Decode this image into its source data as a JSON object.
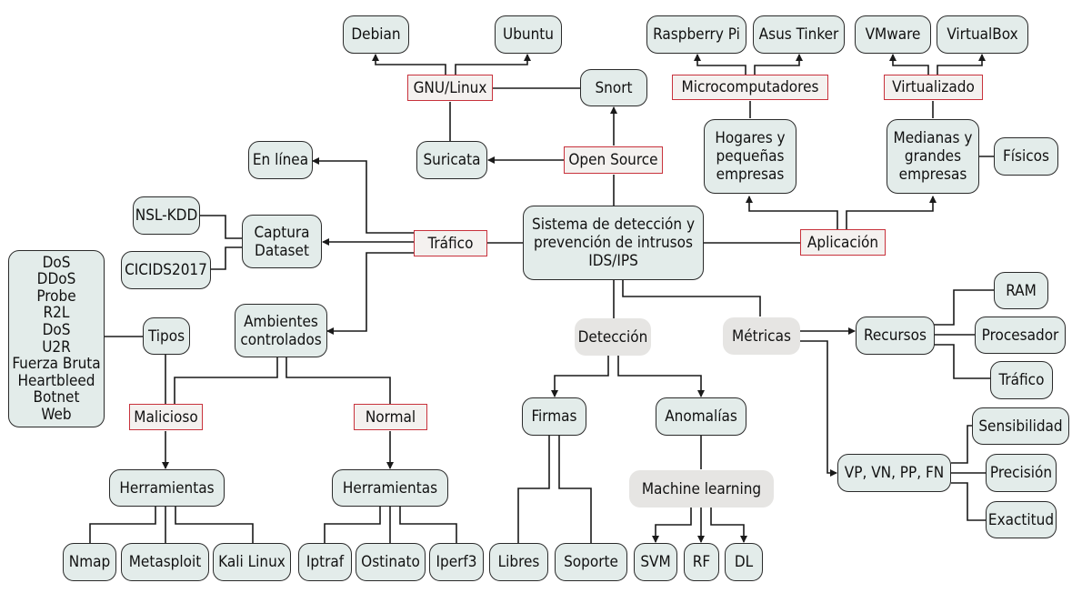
{
  "colors": {
    "box_fill": "#e3ecea",
    "box_border": "#2a2a2a",
    "category_border": "#c8323c",
    "category_fill": "#f4f1ef",
    "grey_fill": "#e6e5e3",
    "line": "#1a1a1a"
  },
  "center": {
    "label": "Sistema de detección y\nprevención de intrusos\nIDS/IPS"
  },
  "open_source": {
    "label": "Open Source",
    "snort": "Snort",
    "suricata": "Suricata",
    "gnu_linux": {
      "label": "GNU/Linux",
      "children": [
        "Debian",
        "Ubuntu"
      ]
    }
  },
  "aplicacion": {
    "label": "Aplicación",
    "hogares": {
      "label": "Hogares y\npequeñas\nempresas",
      "micro": {
        "label": "Microcomputadores",
        "children": [
          "Raspberry Pi",
          "Asus Tinker"
        ]
      }
    },
    "medianas": {
      "label": "Medianas y\ngrandes\nempresas",
      "fisicos": "Físicos",
      "virtual": {
        "label": "Virtualizado",
        "children": [
          "VMware",
          "VirtualBox"
        ]
      }
    }
  },
  "trafico": {
    "label": "Tráfico",
    "en_linea": "En línea",
    "captura": {
      "label": "Captura\nDataset",
      "children": [
        "NSL-KDD",
        "CICIDS2017"
      ]
    },
    "ambientes": {
      "label": "Ambientes\ncontrolados"
    },
    "malicioso": {
      "label": "Malicioso",
      "tipos": "Tipos",
      "tipos_list": "DoS\nDDoS\nProbe\nR2L\nDoS\nU2R\nFuerza Bruta\nHeartbleed\nBotnet\nWeb",
      "herramientas": "Herramientas",
      "tools": [
        "Nmap",
        "Metasploit",
        "Kali Linux"
      ]
    },
    "normal": {
      "label": "Normal",
      "herramientas": "Herramientas",
      "tools": [
        "Iptraf",
        "Ostinato",
        "Iperf3"
      ]
    }
  },
  "deteccion": {
    "label": "Detección",
    "firmas": {
      "label": "Firmas",
      "children": [
        "Libres",
        "Soporte"
      ]
    },
    "anomalias": {
      "label": "Anomalías",
      "ml": "Machine learning",
      "children": [
        "SVM",
        "RF",
        "DL"
      ]
    }
  },
  "metricas": {
    "label": "Métricas",
    "recursos": {
      "label": "Recursos",
      "children": [
        "RAM",
        "Procesador",
        "Tráfico"
      ]
    },
    "vp": {
      "label": "VP, VN, PP, FN",
      "children": [
        "Sensibilidad",
        "Precisión",
        "Exactitud"
      ]
    }
  }
}
